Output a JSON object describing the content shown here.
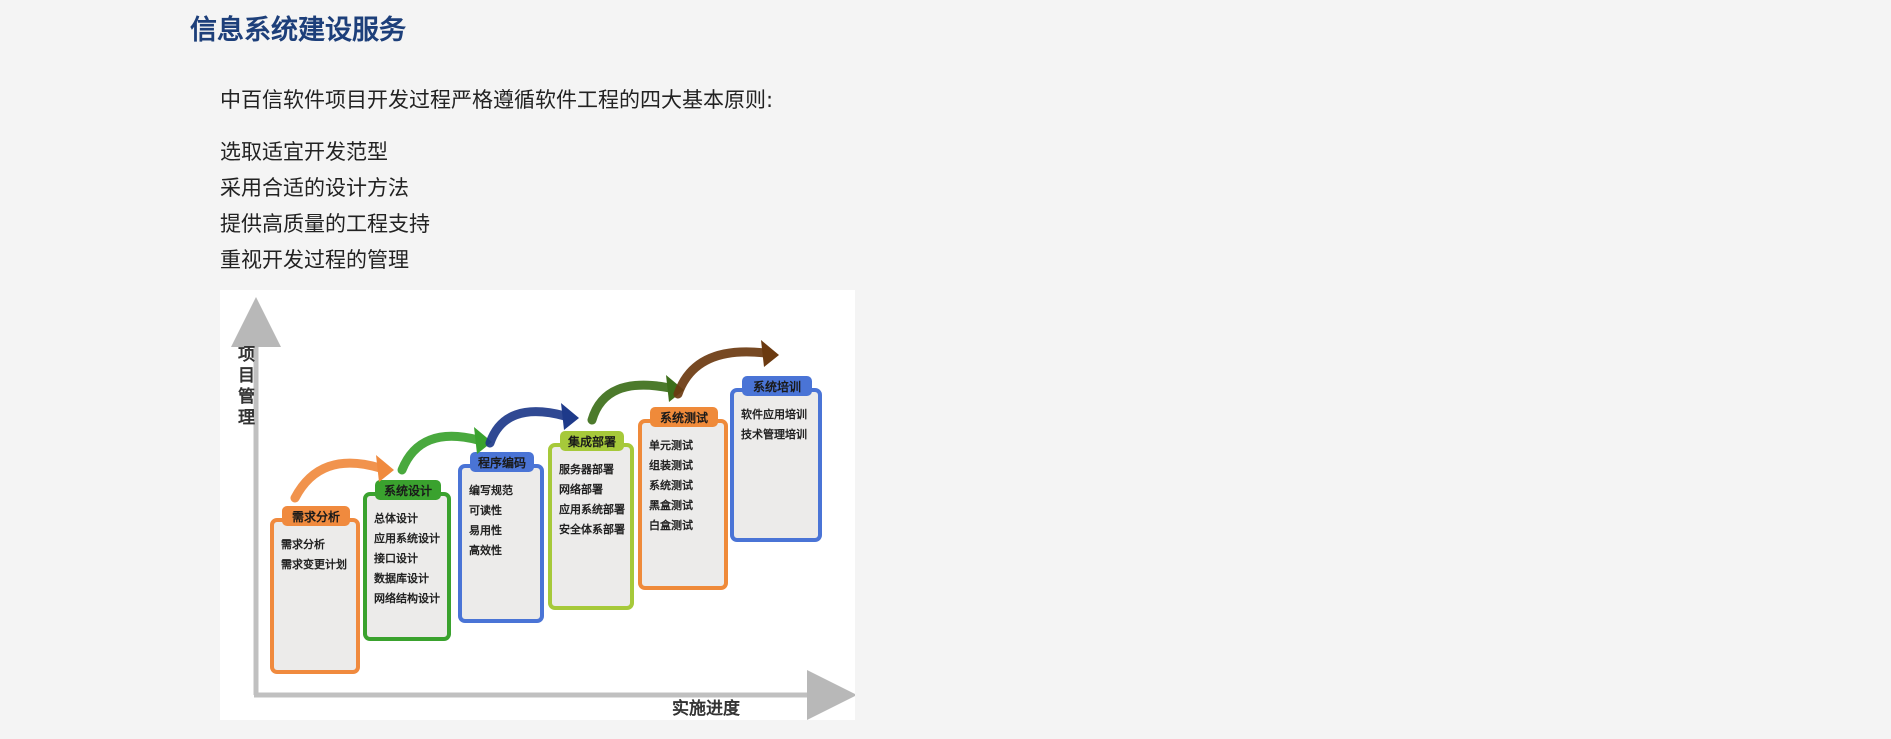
{
  "page": {
    "title": "信息系统建设服务",
    "intro": "中百信软件项目开发过程严格遵循软件工程的四大基本原则:",
    "principles": [
      "选取适宜开发范型",
      "采用合适的设计方法",
      "提供高质量的工程支持",
      "重视开发过程的管理"
    ]
  },
  "diagram": {
    "y_axis_label": "项目管理",
    "x_axis_label": "实施进度",
    "stages": [
      {
        "title": "需求分析",
        "color": "#f08a3e",
        "items": [
          "需求分析",
          "需求变更计划"
        ]
      },
      {
        "title": "系统设计",
        "color": "#3aa22e",
        "items": [
          "总体设计",
          "应用系统设计",
          "接口设计",
          "数据库设计",
          "网络结构设计"
        ]
      },
      {
        "title": "程序编码",
        "color": "#4a74d6",
        "items": [
          "编写规范",
          "可读性",
          "易用性",
          "高效性"
        ]
      },
      {
        "title": "集成部署",
        "color": "#a6c93a",
        "items": [
          "服务器部署",
          "网络部署",
          "应用系统部署",
          "安全体系部署"
        ]
      },
      {
        "title": "系统测试",
        "color": "#ef8a3a",
        "items": [
          "单元测试",
          "组装测试",
          "系统测试",
          "黑盒测试",
          "白盒测试"
        ]
      },
      {
        "title": "系统培训",
        "color": "#4a74d6",
        "items": [
          "软件应用培训",
          "技术管理培训"
        ]
      }
    ],
    "arrow_colors": [
      "#f08a3e",
      "#3aa22e",
      "#1e3a8a",
      "#3d6f1a",
      "#6b3a10"
    ]
  }
}
